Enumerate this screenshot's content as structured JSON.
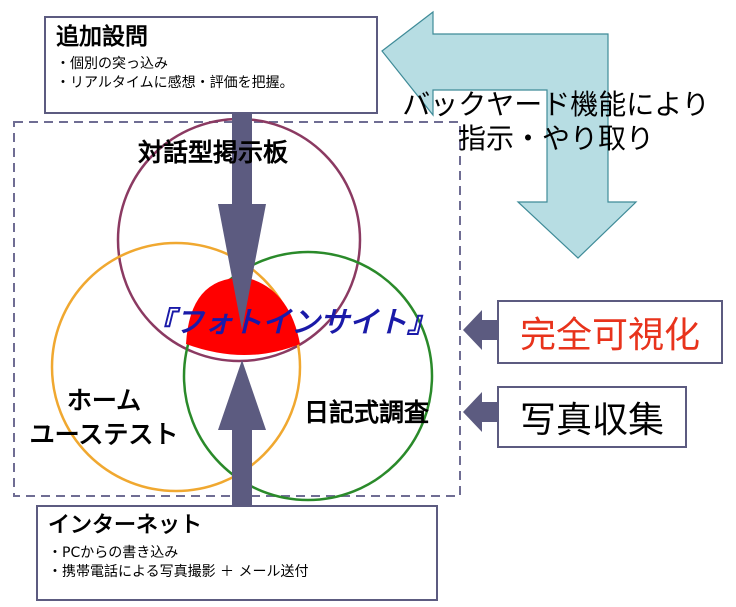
{
  "top_box": {
    "title": "追加設問",
    "lines": [
      "・個別の突っ込み",
      "・リアルタイムに感想・評価を把握。"
    ]
  },
  "bottom_box": {
    "title": "インターネット",
    "lines": [
      "・PCからの書き込み",
      "・携帯電話による写真撮影 ＋ メール送付"
    ]
  },
  "backyard": {
    "lines": [
      "バックヤード機能により",
      "指示・やり取り"
    ]
  },
  "circles": {
    "top": "対話型掲示板",
    "left": [
      "ホーム",
      "ユーステスト"
    ],
    "right": "日記式調査"
  },
  "center": "『フォトインサイト』",
  "visualize": "完全可視化",
  "photo": "写真収集",
  "colors": {
    "circle_top": "#8b3a62",
    "circle_left": "#f0a830",
    "circle_right": "#2a8a2a",
    "center_fill": "#ff0000",
    "center_text": "#1a1aa8",
    "arrow": "#5c5b80",
    "backyard_arrow": "#b7dde3",
    "visualize_text": "#e8331c"
  }
}
